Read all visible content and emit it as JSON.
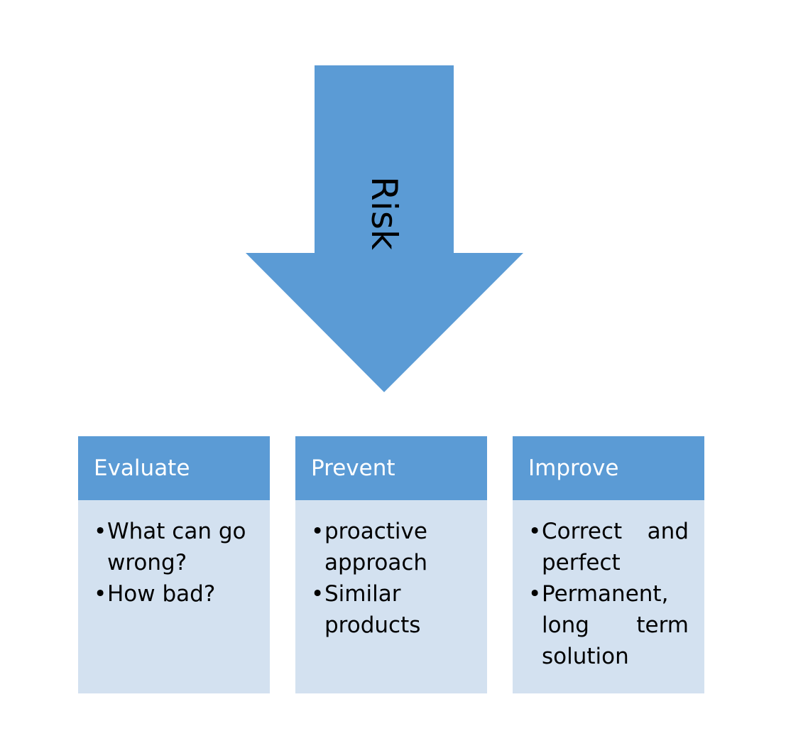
{
  "colors": {
    "arrow": "#5b9bd5",
    "header": "#5b9bd5",
    "body": "#d3e1f0",
    "header_text": "#ffffff",
    "body_text": "#000000"
  },
  "arrow": {
    "label": "Risk",
    "icon": "down-arrow-shape"
  },
  "cards": [
    {
      "title": "Evaluate",
      "bullets": [
        "What can go wrong?",
        "How bad?"
      ]
    },
    {
      "title": "Prevent",
      "bullets": [
        "proactive approach",
        "Similar products"
      ]
    },
    {
      "title": "Improve",
      "bullets": [
        "Correct and perfect",
        "Permanent, long term solution"
      ]
    }
  ]
}
